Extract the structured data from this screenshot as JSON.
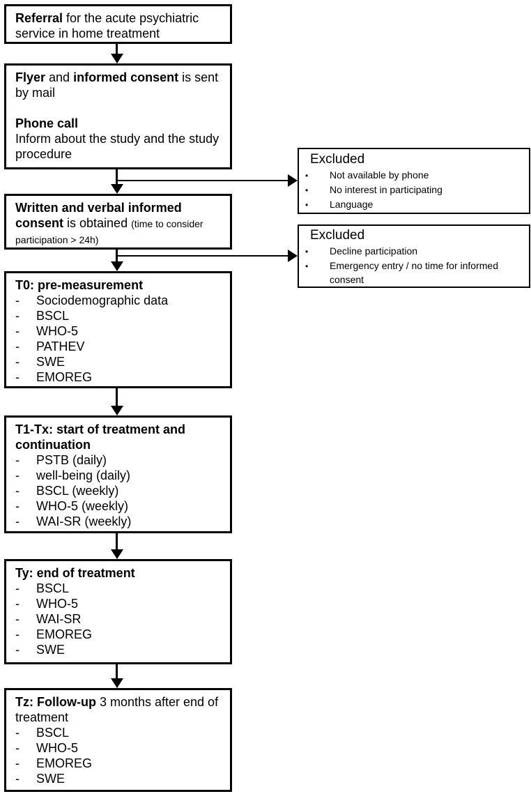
{
  "diagram": {
    "background_color": "#ffffff",
    "line_color": "#000000",
    "markers": {
      "dash": "-",
      "bullet": "•"
    },
    "boxes": {
      "referral": {
        "bold": "Referral",
        "rest": " for the acute psychiatric service in home treatment"
      },
      "flyer": {
        "bold1": "Flyer",
        "mid": " and ",
        "bold2": "informed consent",
        "rest": " is sent by mail",
        "subhead": "Phone call",
        "body": "Inform about the study and the study procedure"
      },
      "consent": {
        "bold": "Written and verbal informed consent",
        "rest": " is obtained ",
        "note": "(time to consider participation > 24h)"
      },
      "t0": {
        "title": "T0: pre-measurement",
        "items": [
          "Sociodemographic data",
          "BSCL",
          "WHO-5",
          "PATHEV",
          "SWE",
          "EMOREG"
        ]
      },
      "t1tx": {
        "title": "T1-Tx: start of treatment and continuation",
        "items": [
          "PSTB (daily)",
          "well-being (daily)",
          "BSCL (weekly)",
          "WHO-5 (weekly)",
          "WAI-SR (weekly)"
        ]
      },
      "ty": {
        "title": "Ty: end of treatment",
        "items": [
          "BSCL",
          "WHO-5",
          "WAI-SR",
          "EMOREG",
          "SWE"
        ]
      },
      "tz": {
        "bold": "Tz: Follow-up",
        "rest": " 3 months after end of treatment",
        "items": [
          "BSCL",
          "WHO-5",
          "EMOREG",
          "SWE"
        ]
      },
      "excluded1": {
        "title": "Excluded",
        "items": [
          "Not available by phone",
          "No interest in participating",
          "Language"
        ]
      },
      "excluded2": {
        "title": "Excluded",
        "items": [
          "Decline participation",
          "Emergency entry / no time for informed consent"
        ]
      }
    }
  }
}
